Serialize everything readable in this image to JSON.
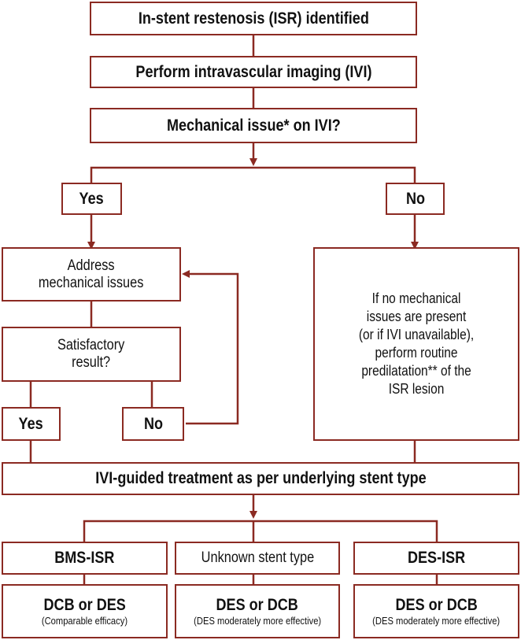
{
  "flowchart": {
    "start": "In-stent restenosis (ISR) identified",
    "imaging": "Perform intravascular imaging (IVI)",
    "question": "Mechanical issue* on IVI?",
    "yes_branch": "Yes",
    "no_branch": "No",
    "address": [
      "Address",
      "mechanical issues"
    ],
    "satisfactory": [
      "Satisfactory",
      "result?"
    ],
    "sat_yes": "Yes",
    "sat_no": "No",
    "no_issue_text": [
      "If no mechanical",
      "issues are present",
      "(or if IVI unavailable),",
      "perform routine",
      "predilatation** of the",
      "ISR lesion"
    ],
    "treatment": "IVI-guided treatment as per underlying stent type",
    "stent_types": [
      {
        "type": "BMS-ISR",
        "therapy": "DCB or DES",
        "note": "(Comparable efficacy)"
      },
      {
        "type": "Unknown stent type",
        "therapy": "DES or DCB",
        "note": "(DES moderately more effective)"
      },
      {
        "type": "DES-ISR",
        "therapy": "DES or DCB",
        "note": "(DES moderately more effective)"
      }
    ]
  },
  "colors": {
    "border": "#8b2a22",
    "text": "#111111"
  }
}
